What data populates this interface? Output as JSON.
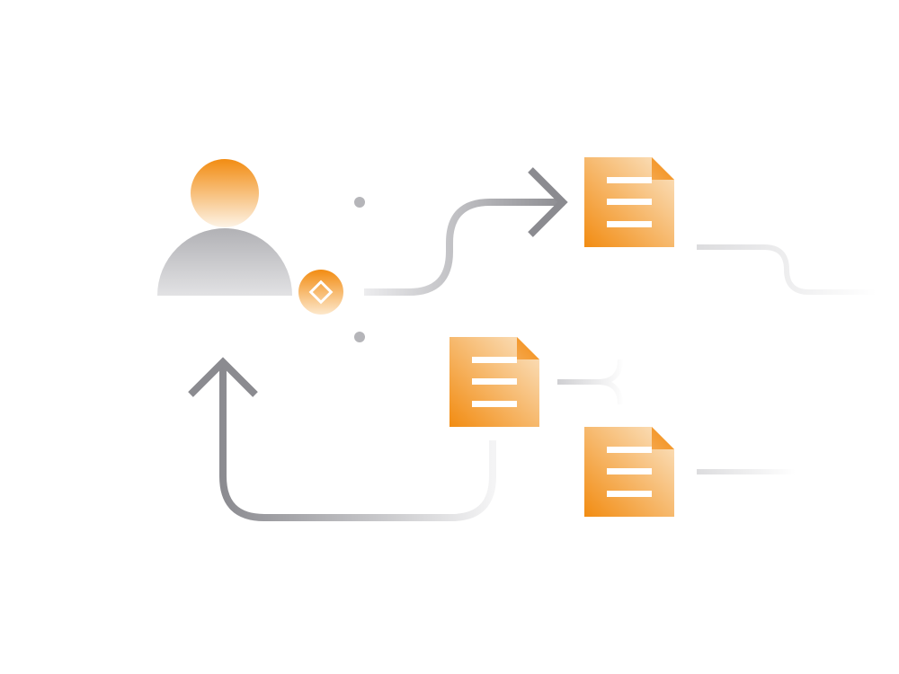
{
  "diagram": {
    "nodes": [
      {
        "id": "user",
        "type": "person",
        "icon": "user-icon"
      },
      {
        "id": "user-badge",
        "type": "badge",
        "icon": "diamond-icon"
      },
      {
        "id": "doc-1",
        "type": "document",
        "icon": "document-icon"
      },
      {
        "id": "doc-2",
        "type": "document",
        "icon": "document-icon"
      },
      {
        "id": "doc-3",
        "type": "document",
        "icon": "document-icon"
      }
    ],
    "edges": [
      {
        "from": "user",
        "to": "doc-1",
        "arrow": true
      },
      {
        "from": "doc-2",
        "to": "user",
        "arrow": true
      },
      {
        "from": "doc-1",
        "to": "offscreen",
        "arrow": false
      },
      {
        "from": "doc-2",
        "to": "offscreen",
        "arrow": false
      },
      {
        "from": "doc-3",
        "to": "offscreen",
        "arrow": false
      }
    ]
  },
  "colors": {
    "accent": "#f28c12",
    "accent_light": "#fdf0e0",
    "gray": "#8b8b90",
    "gray_light": "#cfcfd2",
    "background": "#ffffff"
  }
}
